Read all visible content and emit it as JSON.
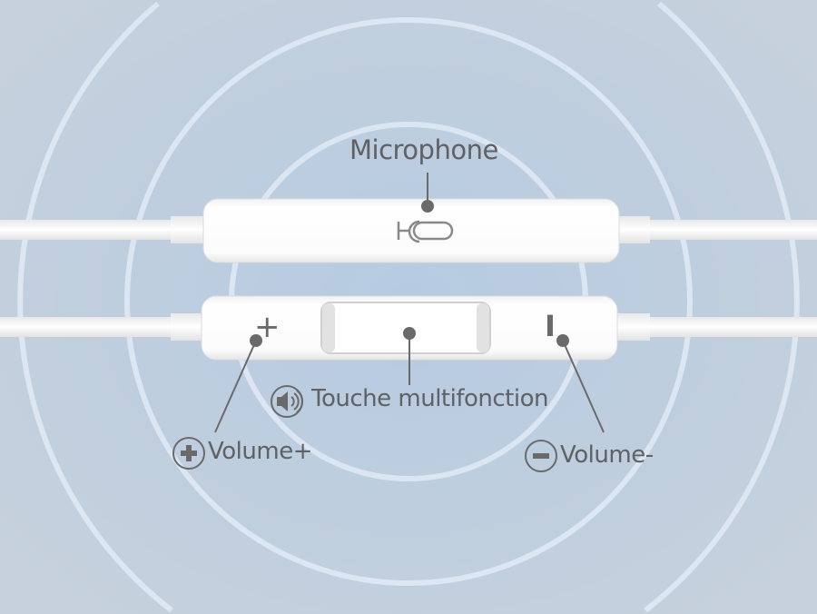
{
  "labels": {
    "microphone": "Microphone",
    "multifunction": "Touche multifonction",
    "volume_up": "Volume+",
    "volume_down": "Volume-"
  },
  "button_glyphs": {
    "plus": "+",
    "minus": "I"
  },
  "colors": {
    "background": "#c3d0de",
    "ring_fill": "#b9cde3",
    "remote": "#ffffff",
    "text": "#5f6164"
  }
}
